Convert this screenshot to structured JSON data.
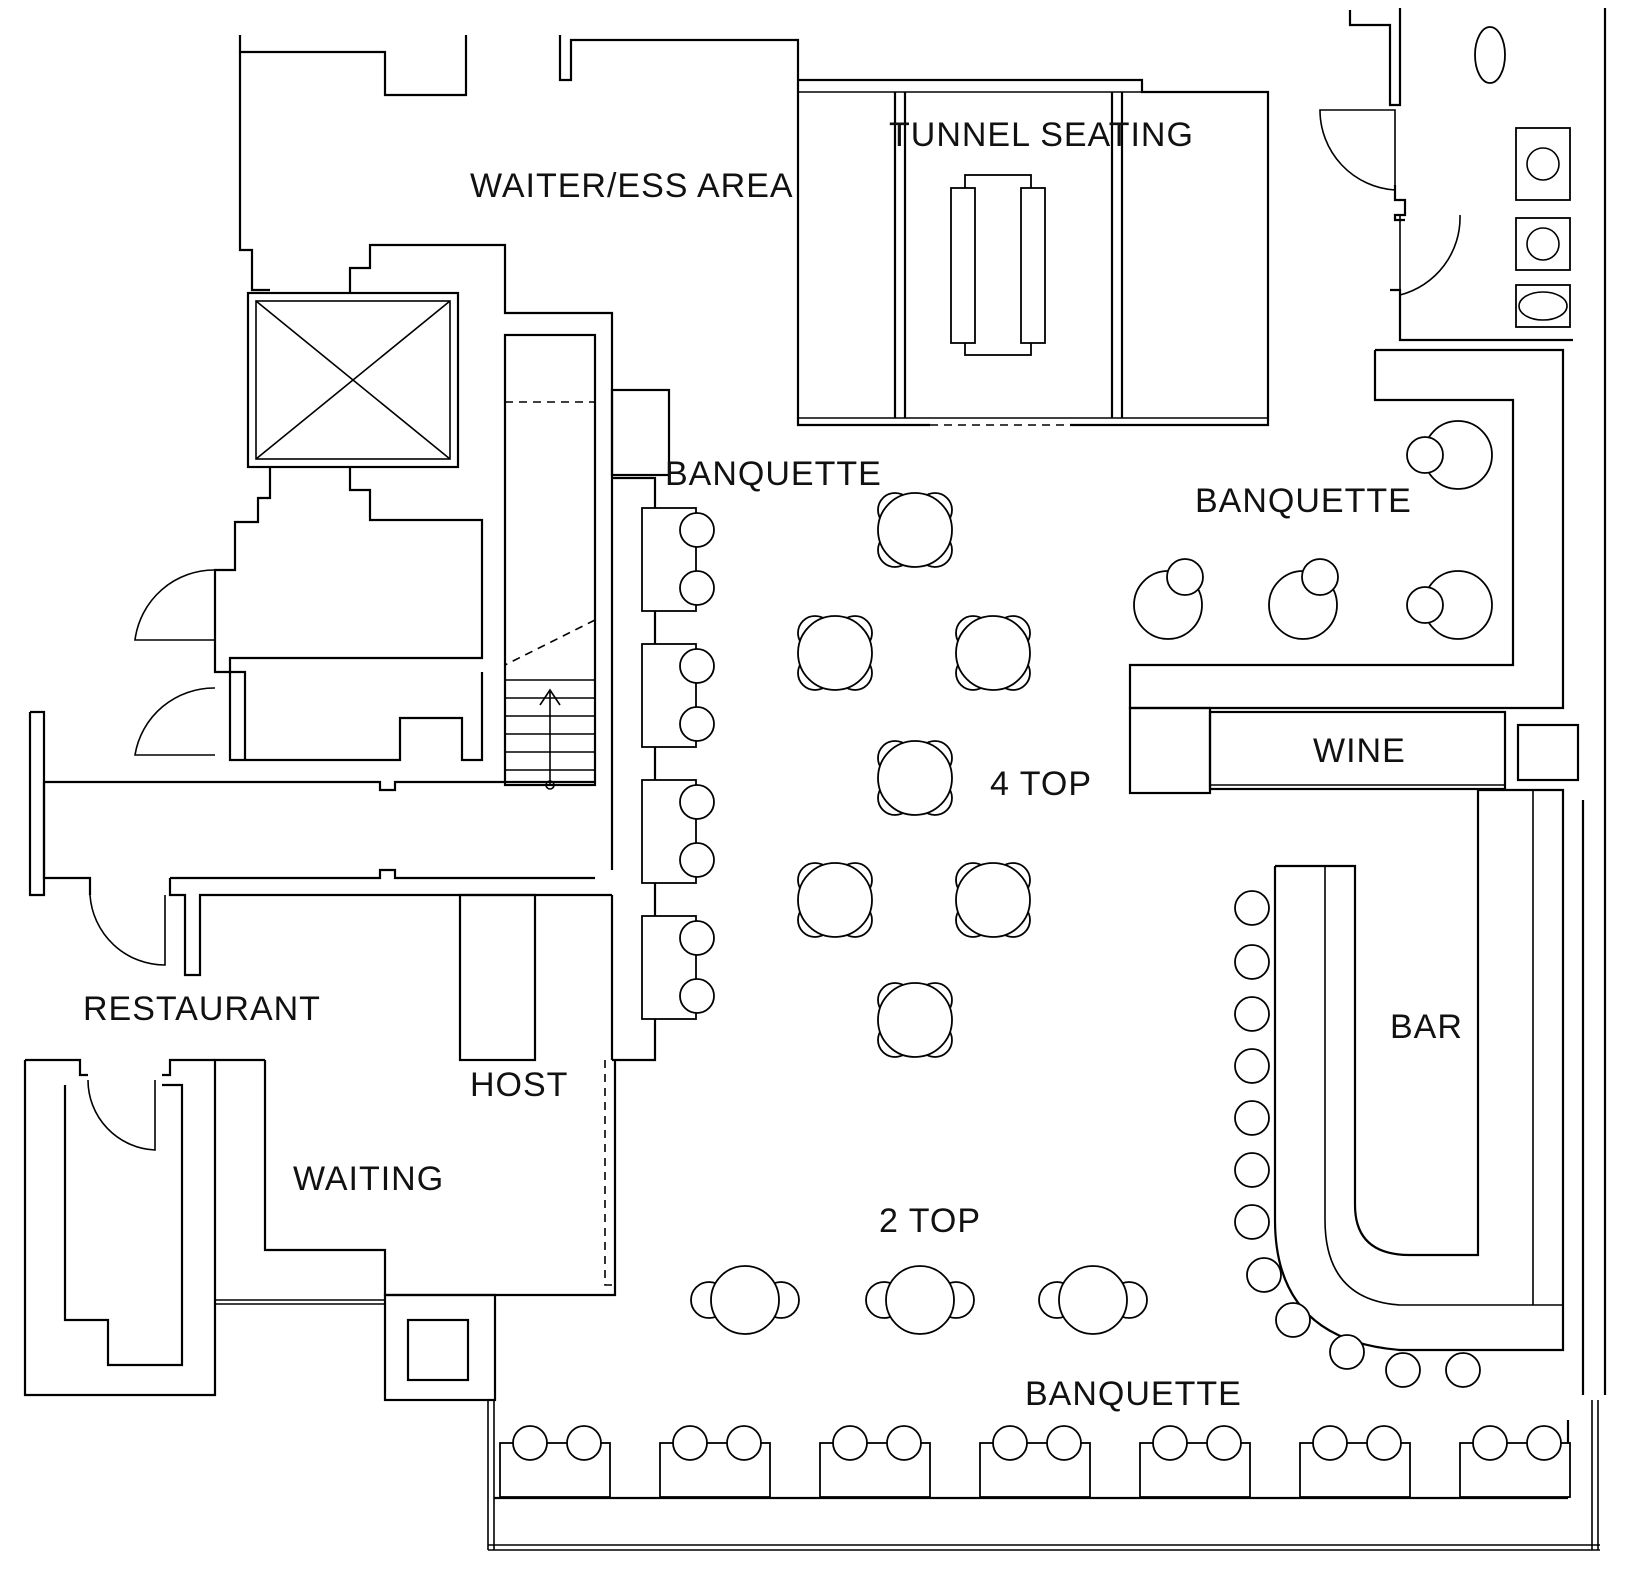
{
  "labels": {
    "waiter_area": "WAITER/ESS AREA",
    "tunnel_seating": "TUNNEL SEATING",
    "banquette_left": "BANQUETTE",
    "banquette_right": "BANQUETTE",
    "banquette_bottom": "BANQUETTE",
    "four_top": "4 TOP",
    "wine": "WINE",
    "bar": "BAR",
    "restaurant": "RESTAURANT",
    "host": "HOST",
    "waiting": "WAITING",
    "two_top": "2 TOP"
  },
  "counts": {
    "four_top_tables": 7,
    "left_banquette_booths": 4,
    "right_banquette_tables": 4,
    "two_top_tables": 3,
    "bottom_banquette_booths": 7,
    "bar_stools": 12
  }
}
